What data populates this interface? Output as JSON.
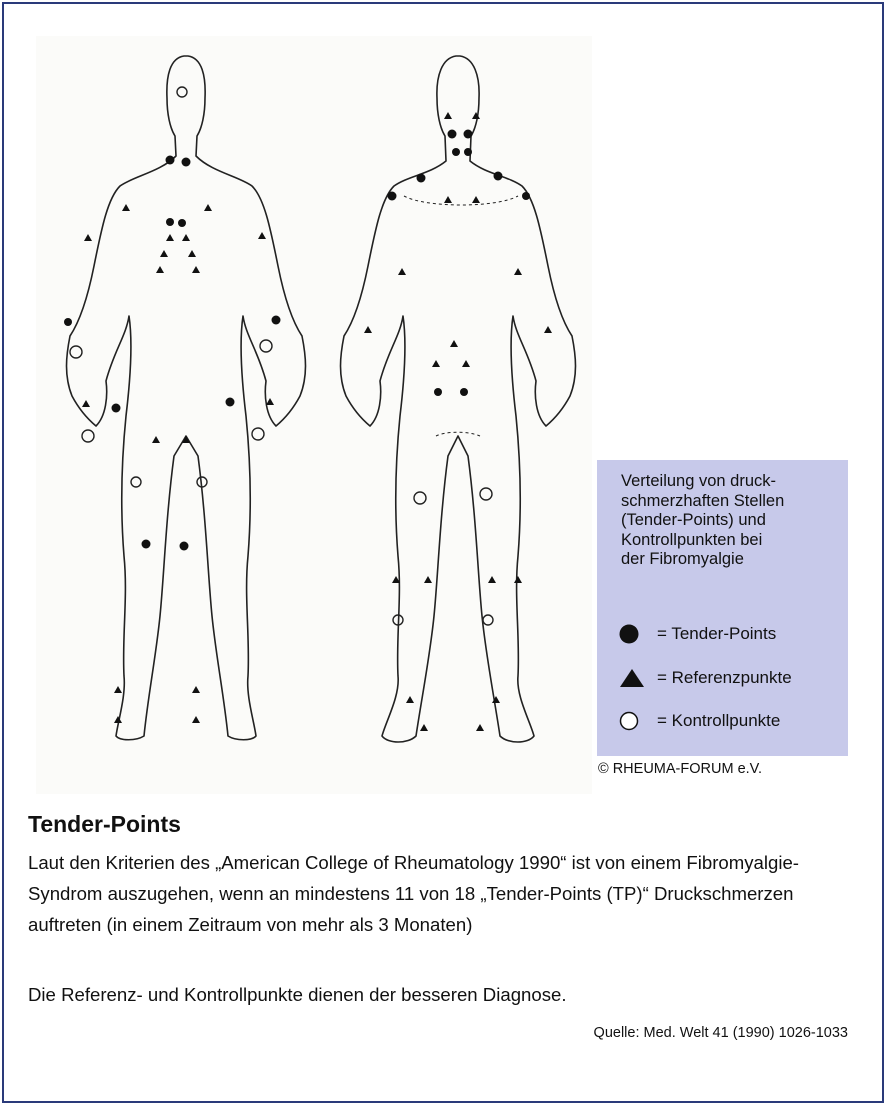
{
  "legend": {
    "caption": "Verteilung von druck-\nschmerzhaften Stellen\n(Tender-Points) und\nKontrollpunkten bei\nder Fibromyalgie",
    "items": [
      {
        "symbol": "filled-circle-icon",
        "label": "= Tender-Points"
      },
      {
        "symbol": "filled-triangle-icon",
        "label": "= Referenzpunkte"
      },
      {
        "symbol": "open-circle-icon",
        "label": "= Kontrollpunkte"
      }
    ],
    "background": "#c7c9ea"
  },
  "copyright": "© RHEUMA-FORUM e.V.",
  "section": {
    "heading": "Tender-Points",
    "paragraph": "Laut den Kriterien des „American College of Rheumatology 1990“ ist von einem Fibromyalgie-Syndrom auszugehen, wenn an mindestens 11 von 18 „Tender-Points (TP)“ Druckschmerzen auftreten (in einem Zeitraum von mehr als 3 Monaten)",
    "paragraph2": "Die Referenz- und Kontrollpunkte dienen der besseren Diagnose.",
    "source": "Quelle: Med. Welt 41 (1990) 1026-1033"
  },
  "colors": {
    "border": "#2a3a7a",
    "ink": "#111111"
  }
}
